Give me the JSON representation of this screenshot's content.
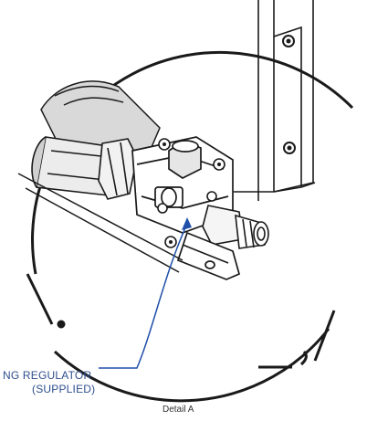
{
  "callout": {
    "line1": "NG REGULATOR",
    "line2": "(SUPPLIED)"
  },
  "caption": "Detail A",
  "colors": {
    "line": "#1a1a1a",
    "callout": "#1f4fa8",
    "background": "#ffffff"
  }
}
